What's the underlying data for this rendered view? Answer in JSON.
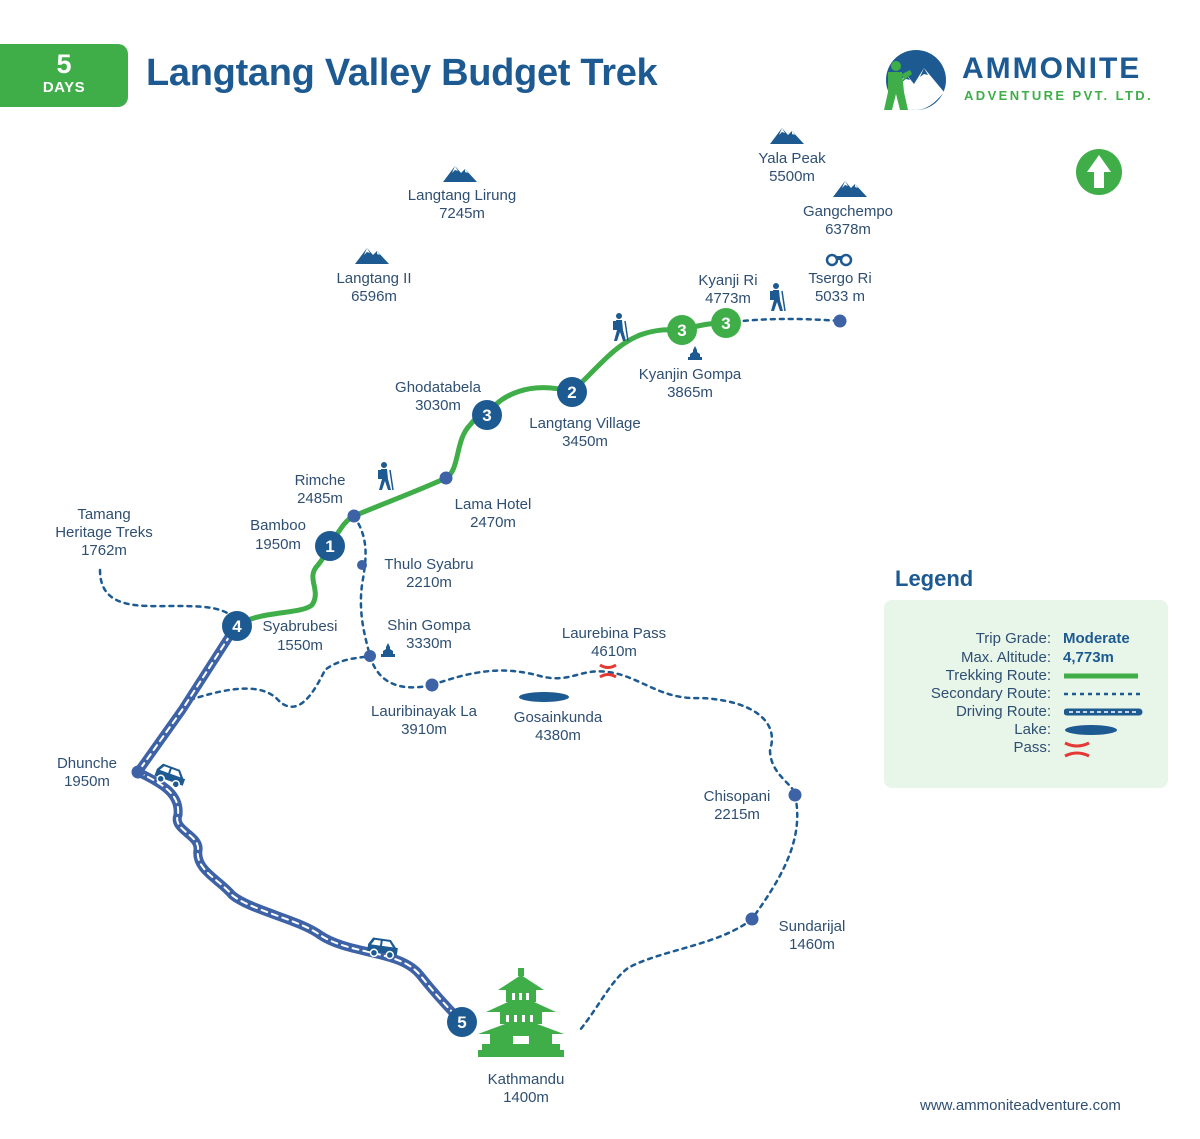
{
  "header": {
    "days_number": "5",
    "days_label": "DAYS",
    "title": "Langtang Valley Budget Trek"
  },
  "brand": {
    "name": "AMMONITE",
    "tagline": "ADVENTURE PVT. LTD.",
    "website": "www.ammoniteadventure.com"
  },
  "colors": {
    "trekking_route": "#3fae49",
    "driving_route": "#3e62a6",
    "secondary_route": "#1d5a92",
    "badge_blue": "#1d5a92",
    "badge_green": "#3fae49",
    "title_blue": "#1d5a92",
    "pass_red": "#e53935"
  },
  "north_icon": "north-arrow-icon",
  "peaks": [
    {
      "name": "Langtang Lirung",
      "altitude": "7245m"
    },
    {
      "name": "Yala Peak",
      "altitude": "5500m"
    },
    {
      "name": "Gangchempo",
      "altitude": "6378m"
    },
    {
      "name": "Langtang II",
      "altitude": "6596m"
    }
  ],
  "places": {
    "kyanji_ri": {
      "name": "Kyanji Ri",
      "altitude": "4773m"
    },
    "tsergo_ri": {
      "name": "Tsergo Ri",
      "altitude": "5033 m"
    },
    "kyanjin_gompa": {
      "name": "Kyanjin Gompa",
      "altitude": "3865m"
    },
    "ghodatabela": {
      "name": "Ghodatabela",
      "altitude": "3030m"
    },
    "langtang_village": {
      "name": "Langtang Village",
      "altitude": "3450m"
    },
    "rimche": {
      "name": "Rimche",
      "altitude": "2485m"
    },
    "lama_hotel": {
      "name": "Lama Hotel",
      "altitude": "2470m"
    },
    "tamang": {
      "name_line1": "Tamang",
      "name_line2": "Heritage Treks",
      "altitude": "1762m"
    },
    "bamboo": {
      "name": "Bamboo",
      "altitude": "1950m"
    },
    "thulo_syabru": {
      "name": "Thulo Syabru",
      "altitude": "2210m"
    },
    "syabrubesi": {
      "name": "Syabrubesi",
      "altitude": "1550m"
    },
    "shin_gompa": {
      "name": "Shin Gompa",
      "altitude": "3330m"
    },
    "laurebina_pass": {
      "name": "Laurebina Pass",
      "altitude": "4610m"
    },
    "lauribinayak_la": {
      "name": "Lauribinayak La",
      "altitude": "3910m"
    },
    "gosainkunda": {
      "name": "Gosainkunda",
      "altitude": "4380m"
    },
    "dhunche": {
      "name": "Dhunche",
      "altitude": "1950m"
    },
    "chisopani": {
      "name": "Chisopani",
      "altitude": "2215m"
    },
    "sundarijal": {
      "name": "Sundarijal",
      "altitude": "1460m"
    },
    "kathmandu": {
      "name": "Kathmandu",
      "altitude": "1400m"
    }
  },
  "day_markers": {
    "bamboo": "1",
    "langtang_village": "2",
    "ghodatabela": "3",
    "kyanjin_gompa": "3",
    "kyanji_ri": "3",
    "syabrubesi": "4",
    "kathmandu": "5"
  },
  "legend": {
    "title": "Legend",
    "trip_grade_label": "Trip Grade:",
    "trip_grade_value": "Moderate",
    "max_altitude_label": "Max. Altitude:",
    "max_altitude_value": "4,773m",
    "trekking_route_label": "Trekking Route:",
    "secondary_route_label": "Secondary Route:",
    "driving_route_label": "Driving Route:",
    "lake_label": "Lake:",
    "pass_label": "Pass:"
  }
}
